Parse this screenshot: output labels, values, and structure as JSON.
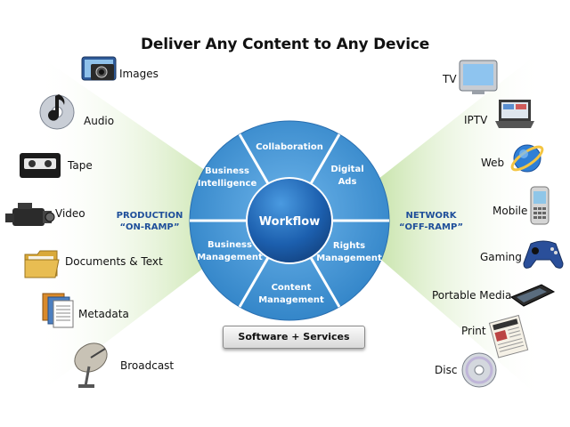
{
  "title": "Deliver Any Content to Any Device",
  "left_ramp": {
    "line1": "PRODUCTION",
    "line2": "“ON-RAMP”"
  },
  "right_ramp": {
    "line1": "NETWORK",
    "line2": "“OFF-RAMP”"
  },
  "wheel": {
    "center": "Workflow",
    "segments": [
      {
        "line1": "Collaboration",
        "line2": ""
      },
      {
        "line1": "Digital",
        "line2": "Ads"
      },
      {
        "line1": "Rights",
        "line2": "Management"
      },
      {
        "line1": "Content",
        "line2": "Management"
      },
      {
        "line1": "Business",
        "line2": "Management"
      },
      {
        "line1": "Business",
        "line2": "Intelligence"
      }
    ]
  },
  "sources": [
    {
      "label": "Images",
      "icon": "camera-icon"
    },
    {
      "label": "Audio",
      "icon": "music-disc-icon"
    },
    {
      "label": "Tape",
      "icon": "tape-cassette-icon"
    },
    {
      "label": "Video",
      "icon": "video-camera-icon"
    },
    {
      "label": "Documents & Text",
      "icon": "folder-icon"
    },
    {
      "label": "Metadata",
      "icon": "documents-stack-icon"
    },
    {
      "label": "Broadcast",
      "icon": "satellite-dish-icon"
    }
  ],
  "destinations": [
    {
      "label": "TV",
      "icon": "tv-icon"
    },
    {
      "label": "IPTV",
      "icon": "laptop-icon"
    },
    {
      "label": "Web",
      "icon": "browser-globe-icon"
    },
    {
      "label": "Mobile",
      "icon": "mobile-phone-icon"
    },
    {
      "label": "Gaming",
      "icon": "gamepad-icon"
    },
    {
      "label": "Portable Media",
      "icon": "portable-player-icon"
    },
    {
      "label": "Print",
      "icon": "newspaper-icon"
    },
    {
      "label": "Disc",
      "icon": "disc-icon"
    }
  ],
  "footer_button": "Software + Services",
  "colors": {
    "wheel_outer": "#3a8fd0",
    "wheel_center": "#1d62ae",
    "ramp_green": "#cfe8b6",
    "ramp_text": "#1f4f9a"
  }
}
